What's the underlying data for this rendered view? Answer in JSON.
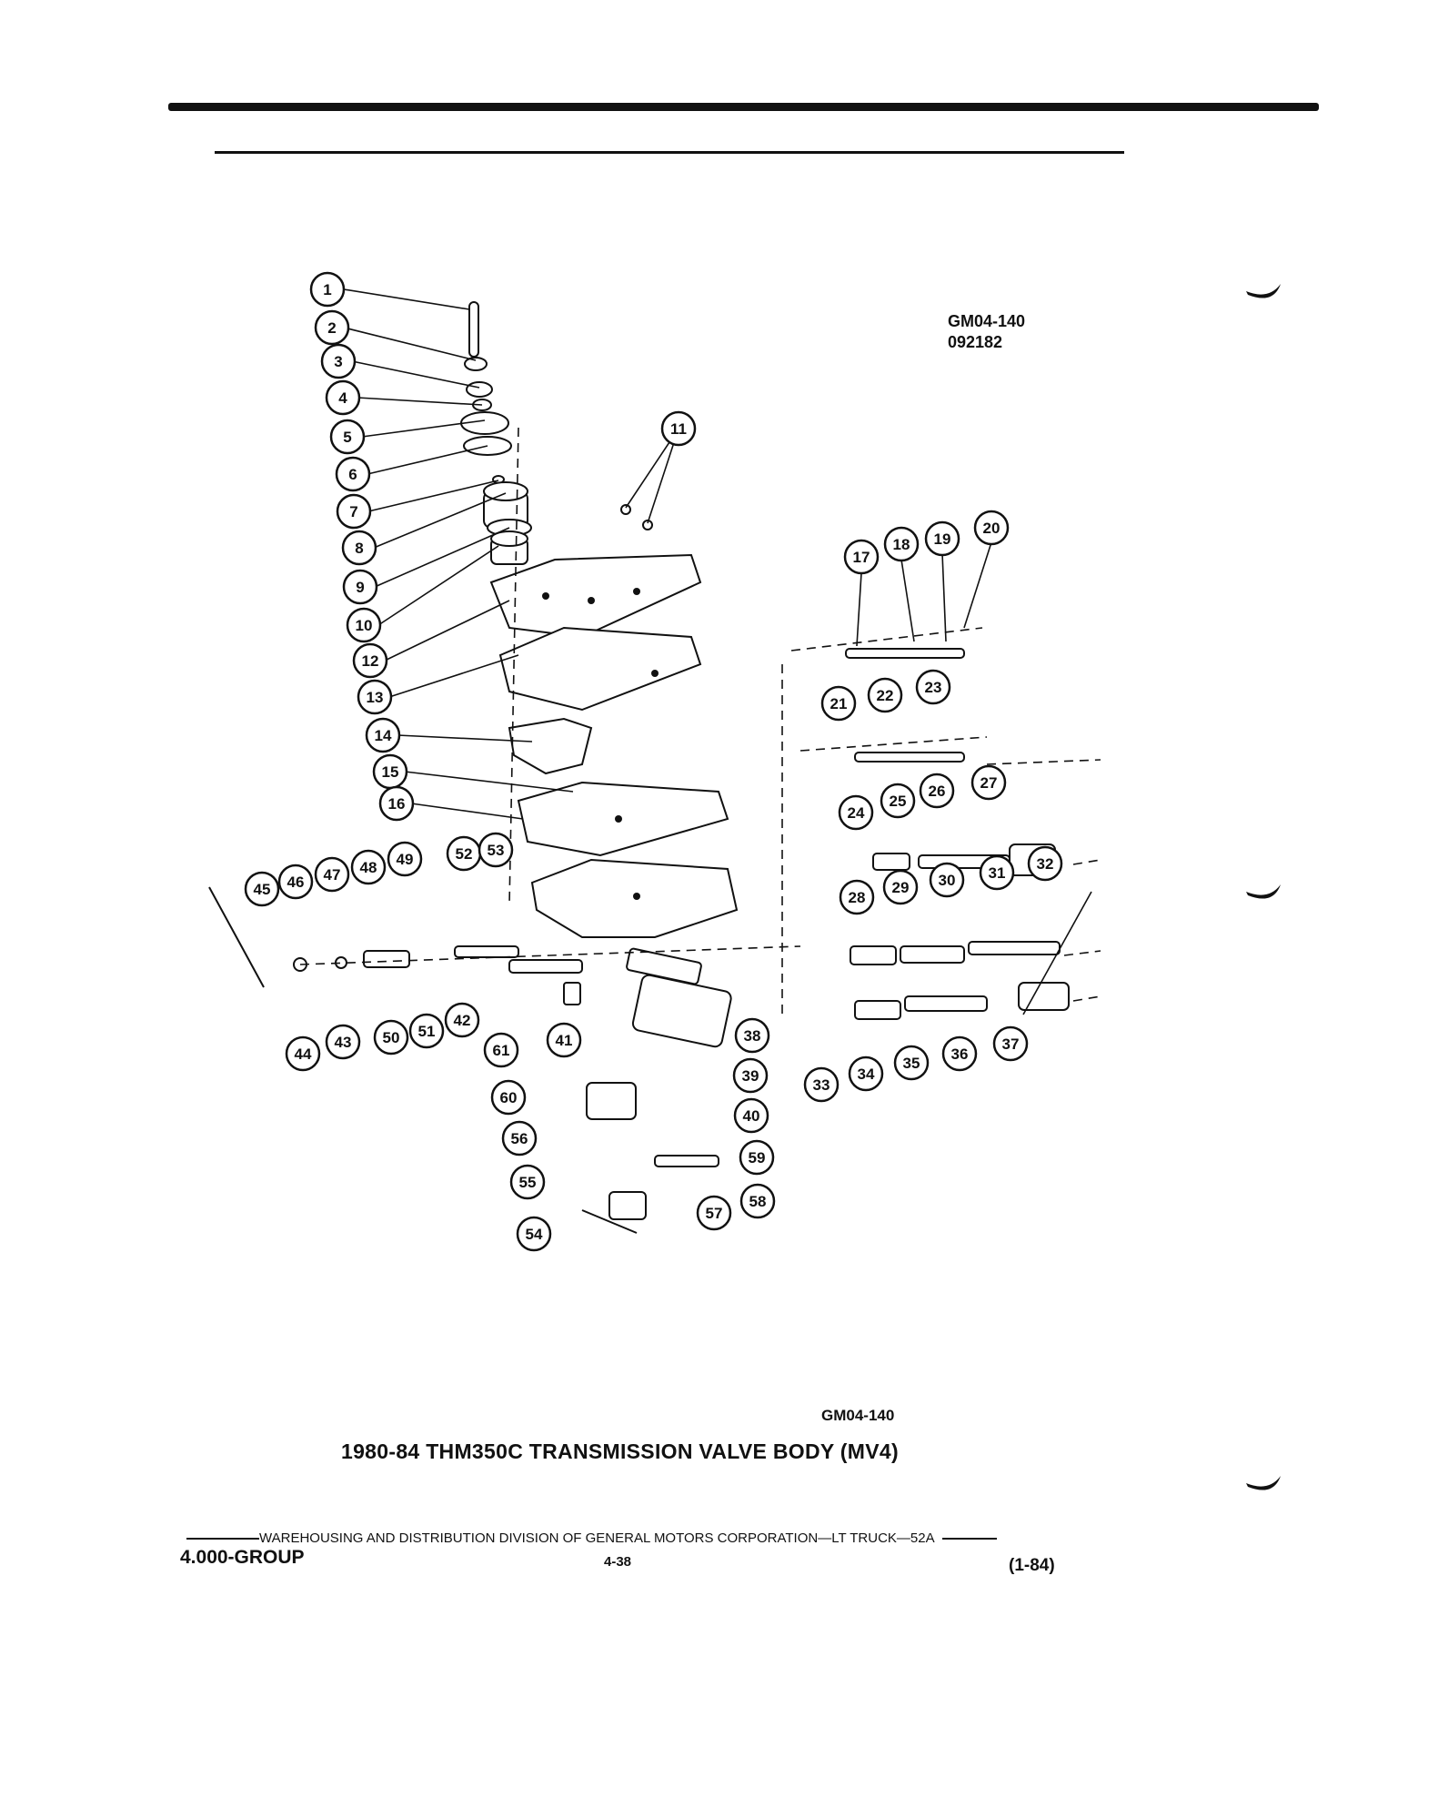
{
  "figure_code_top": "GM04-140",
  "figure_date": "092182",
  "figure_code_bottom": "GM04-140",
  "title": "1980-84 THM350C TRANSMISSION VALVE BODY (MV4)",
  "footer": {
    "division": "WAREHOUSING AND DISTRIBUTION  DIVISION OF GENERAL MOTORS CORPORATION—LT TRUCK—52A",
    "group": "4.000-GROUP",
    "page": "4-38",
    "date": "(1-84)"
  },
  "callouts": [
    "1",
    "2",
    "3",
    "4",
    "5",
    "6",
    "7",
    "8",
    "9",
    "10",
    "11",
    "12",
    "13",
    "14",
    "15",
    "16",
    "17",
    "18",
    "19",
    "20",
    "21",
    "22",
    "23",
    "24",
    "25",
    "26",
    "27",
    "28",
    "29",
    "30",
    "31",
    "32",
    "33",
    "34",
    "35",
    "36",
    "37",
    "38",
    "39",
    "40",
    "41",
    "42",
    "43",
    "44",
    "45",
    "46",
    "47",
    "48",
    "49",
    "50",
    "51",
    "52",
    "53",
    "54",
    "55",
    "56",
    "57",
    "58",
    "59",
    "60",
    "61"
  ]
}
